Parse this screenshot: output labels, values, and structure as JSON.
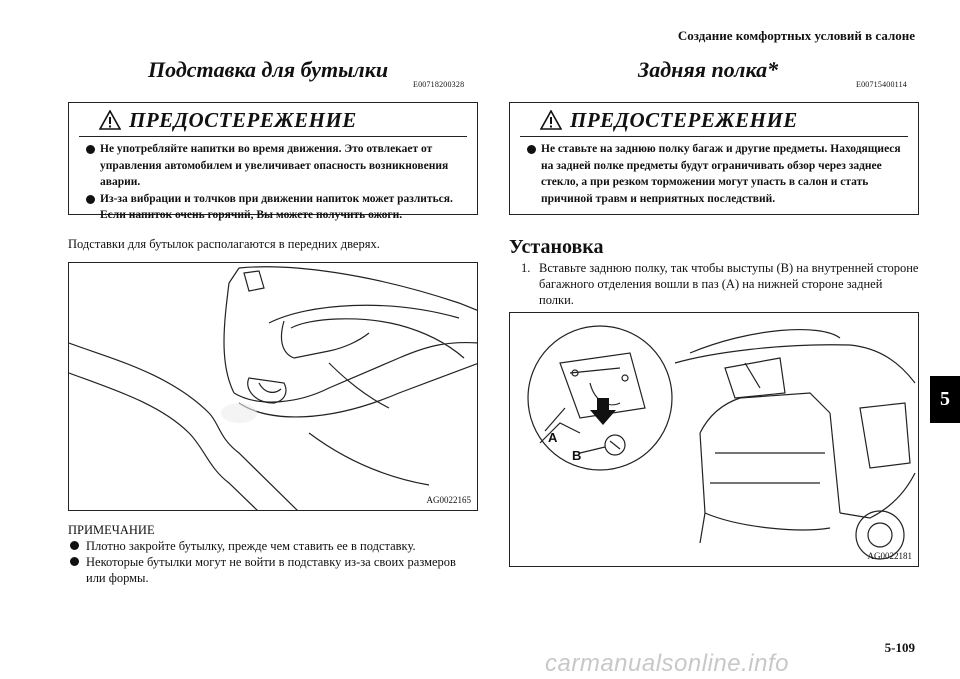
{
  "header": {
    "title": "Создание комфортных условий в салоне"
  },
  "left": {
    "section_title": "Подставка для бутылки",
    "section_code": "E00718200328",
    "warning": {
      "title": "ПРЕДОСТЕРЕЖЕНИЕ",
      "items": [
        "Не употребляйте напитки во время движения. Это отвлекает от управления автомобилем и увеличивает опасность возникновения аварии.",
        "Из-за вибрации и толчков при движении напиток может разлиться. Если напиток очень горячий, Вы можете получить ожоги."
      ]
    },
    "intro": "Подставки для бутылок располагаются в передних дверях.",
    "figure_label": "AG0022165",
    "note": {
      "heading": "ПРИМЕЧАНИЕ",
      "items": [
        "Плотно закройте бутылку, прежде чем ставить ее в подставку.",
        "Некоторые бутылки могут не войти в подставку из-за своих размеров или формы."
      ]
    }
  },
  "right": {
    "section_title": "Задняя полка*",
    "section_code": "E00715400114",
    "warning": {
      "title": "ПРЕДОСТЕРЕЖЕНИЕ",
      "items": [
        "Не ставьте на заднюю полку багаж и другие предметы. Находящиеся на задней полке предметы будут ограничивать обзор через заднее стекло, а при резком торможении могут упасть в салон и стать причиной травм и неприятных последствий."
      ]
    },
    "subheading": "Установка",
    "steps": [
      {
        "num": "1.",
        "text": "Вставьте заднюю полку, так чтобы выступы (B) на внутренней стороне багажного отделения вошли в паз (A) на нижней стороне задней полки."
      }
    ],
    "figure_label": "AG0022181",
    "callouts": {
      "a": "A",
      "b": "B"
    }
  },
  "chapter_tab": "5",
  "page_number": "5-109",
  "watermark": "carmanualsonline.info",
  "colors": {
    "text": "#111111",
    "tab_bg": "#000000",
    "watermark": "#c8c8c8"
  }
}
